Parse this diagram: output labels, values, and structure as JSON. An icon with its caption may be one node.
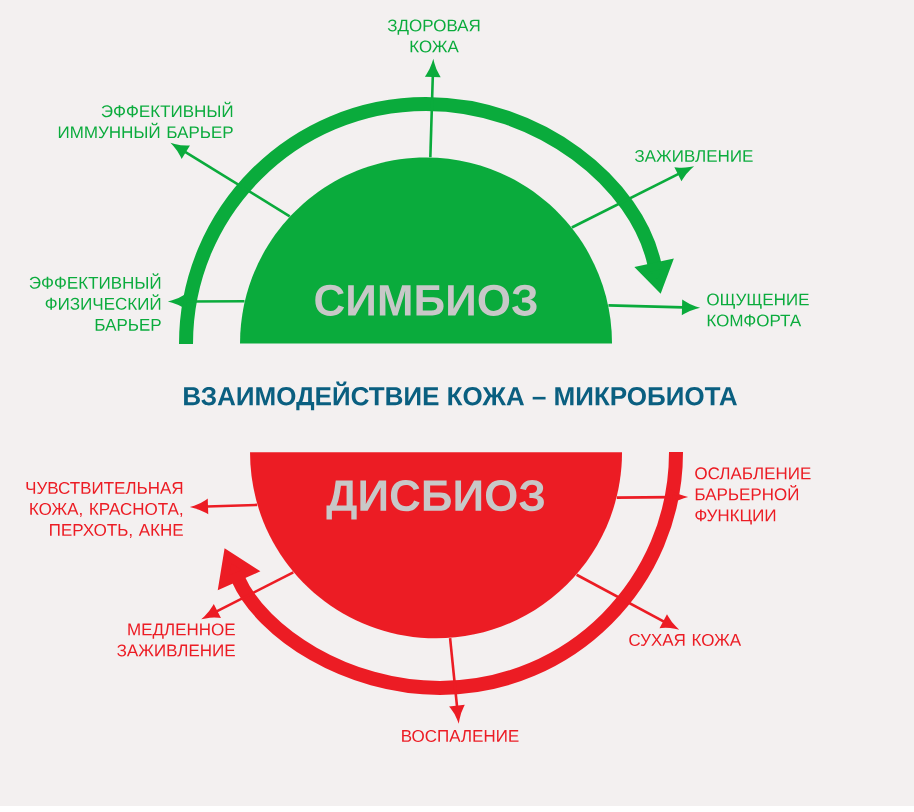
{
  "diagram": {
    "title": "ВЗАИМОДЕЙСТВИЕ КОЖА – МИКРОБИОТА",
    "nodes": [
      {
        "text": [
          "СИМБИОЗ"
        ]
      },
      {
        "text": [
          "ЗДОРОВАЯ КОЖА"
        ]
      },
      {
        "text": [
          "ЭФФЕКТИВНЫЙ ИММУННЫЙ БАРЬЕР"
        ]
      },
      {
        "text": [
          "ЗАЖИВЛЕНИЕ"
        ]
      },
      {
        "text": [
          "ЭФФЕКТИВНЫЙ ФИЗИЧЕСКИЙ БАРЬЕР"
        ]
      },
      {
        "text": [
          "ОЩУЩЕНИЕ КОМФОРТА"
        ]
      },
      {
        "text": [
          "ДИСБИОЗ"
        ]
      },
      {
        "text": [
          "ЧУВСТВИТЕЛЬНАЯ КОЖА, КРАСНОТА, ПЕРХОТЬ, АКНЕ"
        ]
      },
      {
        "text": [
          "ОСЛАБЛЕНИЕ БАРЬЕРНОЙ ФУНКЦИИ"
        ]
      },
      {
        "text": [
          "МЕДЛЕННОЕ ЗАЖИВЛЕНИЕ"
        ]
      },
      {
        "text": [
          "СУХАЯ КОЖА"
        ]
      },
      {
        "text": [
          "ВОСПАЛЕНИЕ"
        ]
      }
    ],
    "edges": [
      {
        "from": 0,
        "to": 1,
        "arrow": "to",
        "color": "#0aab3c"
      },
      {
        "from": 0,
        "to": 2,
        "arrow": "to",
        "color": "#0aab3c"
      },
      {
        "from": 0,
        "to": 3,
        "arrow": "to",
        "color": "#0aab3c"
      },
      {
        "from": 0,
        "to": 4,
        "arrow": "to",
        "color": "#0aab3c"
      },
      {
        "from": 0,
        "to": 5,
        "arrow": "to",
        "color": "#0aab3c"
      },
      {
        "from": 6,
        "to": 7,
        "arrow": "to",
        "color": "#ec1c24"
      },
      {
        "from": 6,
        "to": 8,
        "arrow": "to",
        "color": "#ec1c24"
      },
      {
        "from": 6,
        "to": 9,
        "arrow": "to",
        "color": "#ec1c24"
      },
      {
        "from": 6,
        "to": 10,
        "arrow": "to",
        "color": "#ec1c24"
      },
      {
        "from": 6,
        "to": 11,
        "arrow": "to",
        "color": "#ec1c24"
      }
    ]
  }
}
